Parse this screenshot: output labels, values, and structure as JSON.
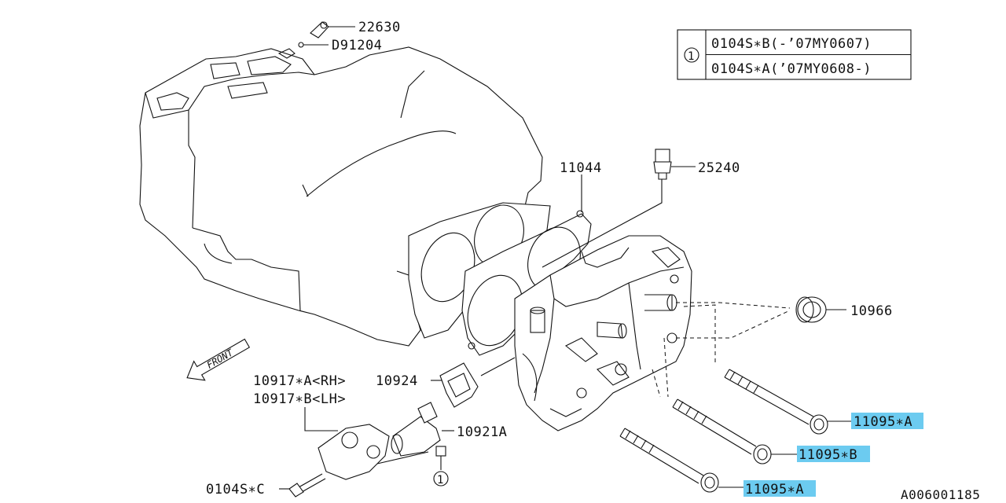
{
  "labels": {
    "p22630": "22630",
    "d91204": "D91204",
    "p11044": "11044",
    "p25240": "25240",
    "p10966": "10966",
    "p10917a": "10917∗A<RH>",
    "p10917b": "10917∗B<LH>",
    "p10924": "10924",
    "p10921a": "10921A",
    "p0104sc": "0104S∗C",
    "p11095a_top": "11095∗A",
    "p11095b": "11095∗B",
    "p11095a_bottom": "11095∗A",
    "front": "FRONT",
    "callout_1_bottom": "1",
    "diagram_id": "A006001185"
  },
  "legend": {
    "ref": "1",
    "rows": [
      "0104S∗B(-’07MY0607)",
      "0104S∗A(’07MY0608-)"
    ]
  },
  "highlight_color": "#6ccbf0",
  "highlighted_parts": [
    "11095∗A",
    "11095∗B"
  ]
}
